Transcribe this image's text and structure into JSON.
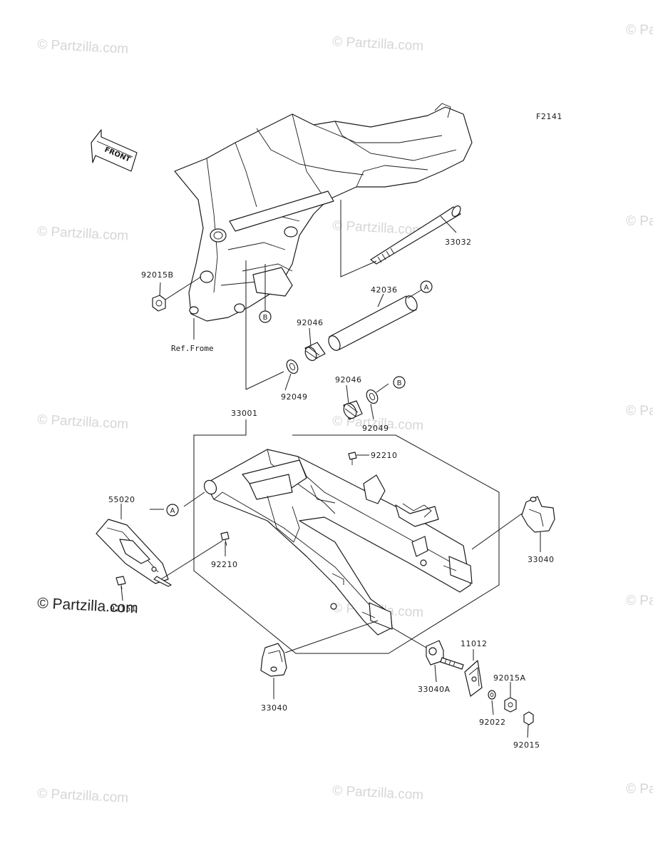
{
  "diagram_code": "F2141",
  "front_label": "FRONT",
  "ref_frame_label": "Ref.Frome",
  "watermark": "© Partzilla.com",
  "watermark_main": "© Partzilla.com",
  "callouts": {
    "a": "A",
    "b": "B"
  },
  "parts": {
    "p33032": "33032",
    "p42036": "42036",
    "p92015b": "92015B",
    "p92046_top": "92046",
    "p92049_top": "92049",
    "p92046_mid": "92046",
    "p92049_mid": "92049",
    "p33001": "33001",
    "p92210_top": "92210",
    "p55020": "55020",
    "p92210_left": "92210",
    "p92151": "92151",
    "p33040_right": "33040",
    "p33040_bottom": "33040",
    "p33040a": "33040A",
    "p11012": "11012",
    "p92015a": "92015A",
    "p92022": "92022",
    "p92015": "92015"
  }
}
